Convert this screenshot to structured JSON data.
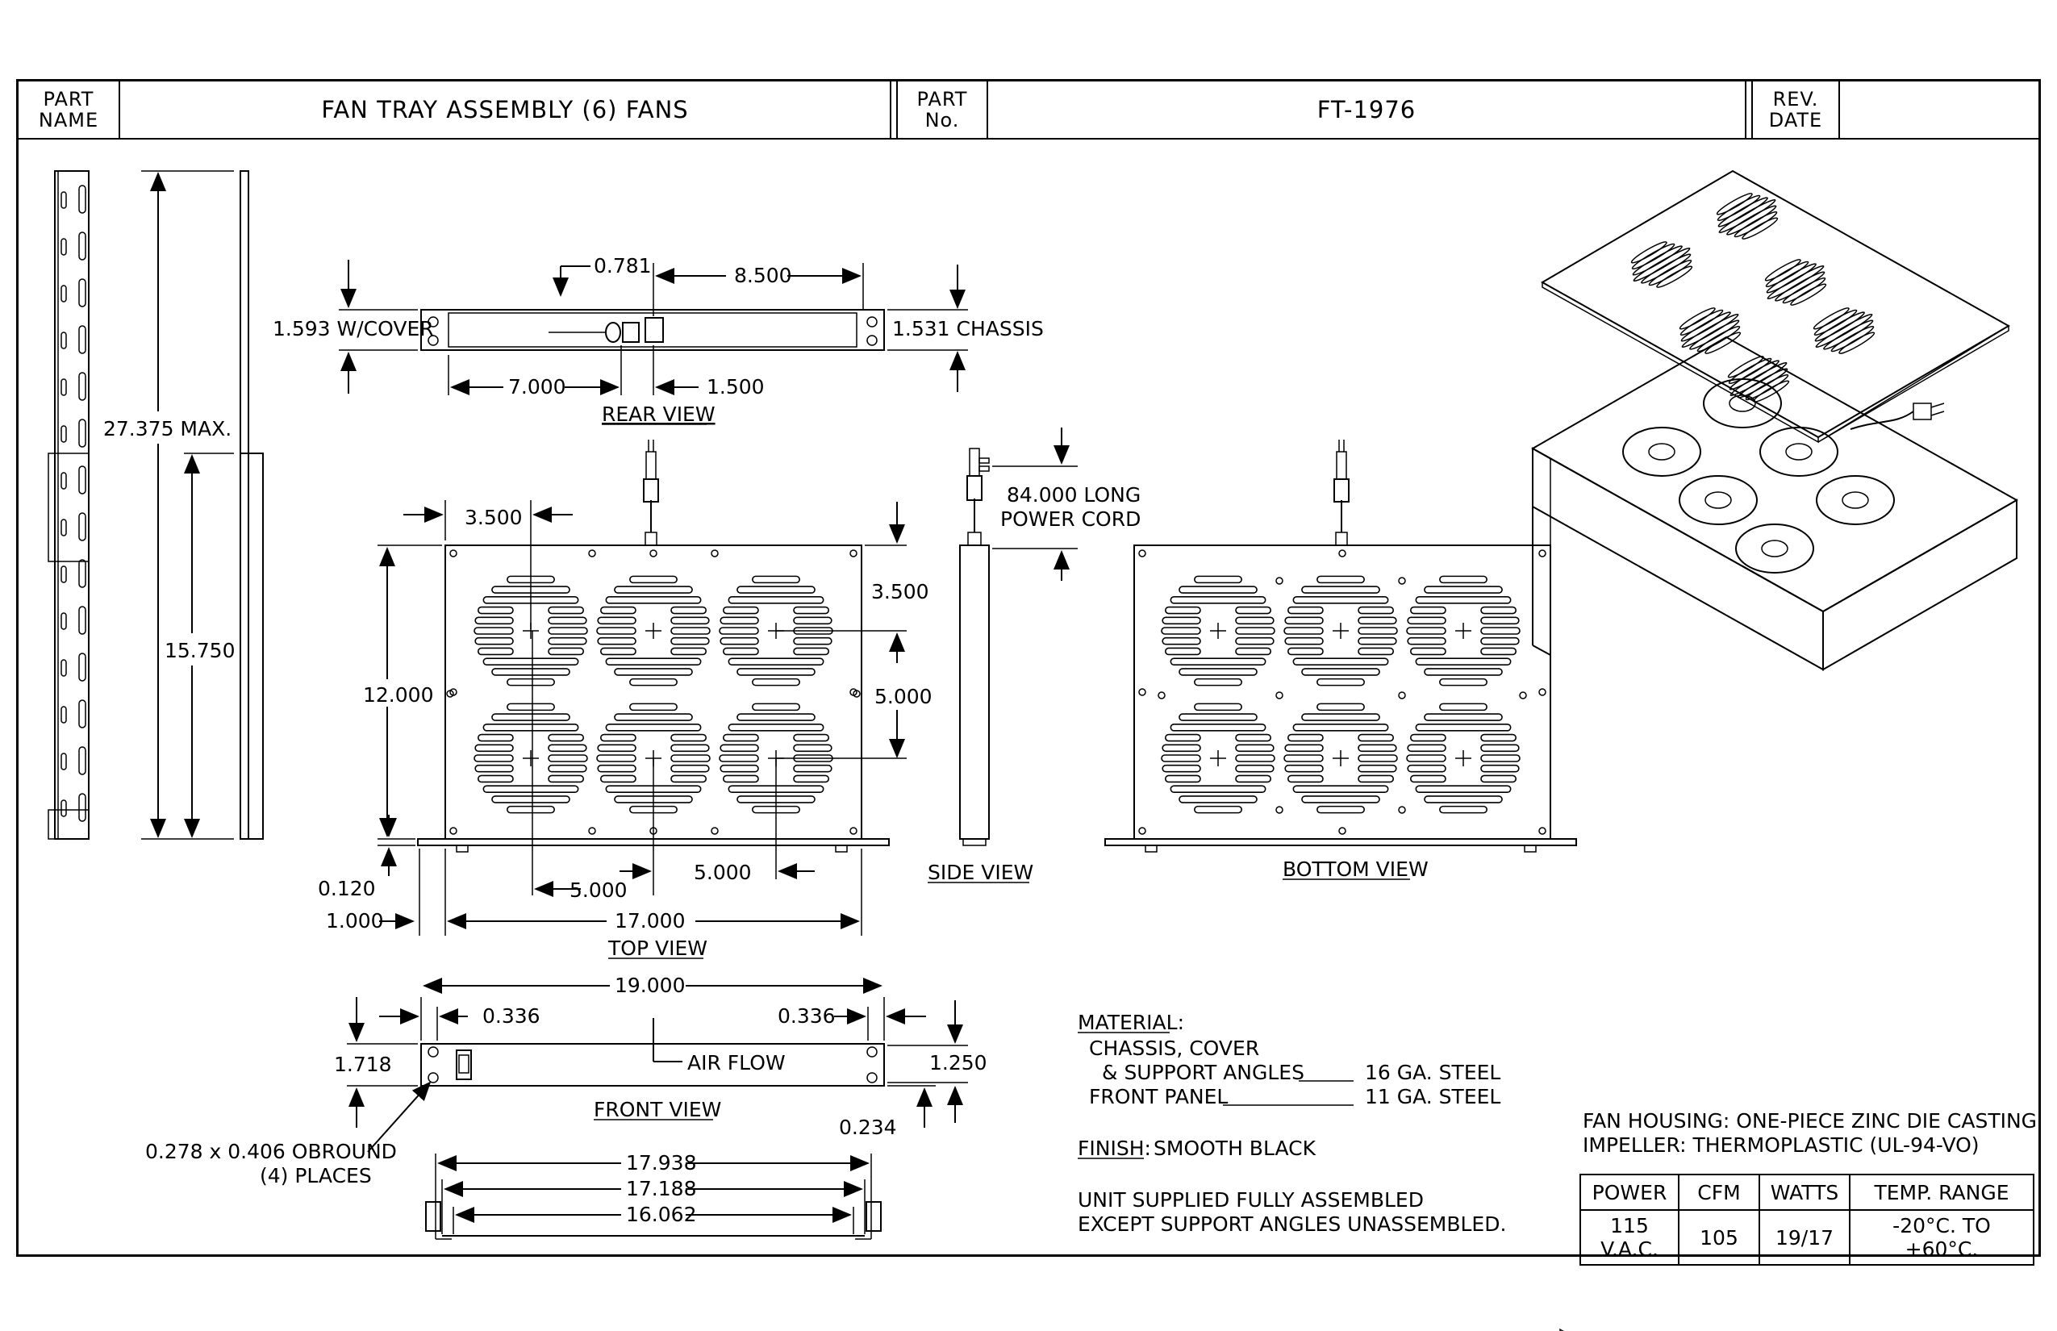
{
  "title_block": {
    "part_name_label": [
      "PART",
      "NAME"
    ],
    "part_name": "FAN TRAY ASSEMBLY  (6) FANS",
    "part_no_label": [
      "PART",
      "No."
    ],
    "part_no": "FT-1976",
    "rev_label": [
      "REV.",
      "DATE"
    ],
    "rev_value": ""
  },
  "views": {
    "rear": "REAR VIEW",
    "top": "TOP VIEW",
    "side": "SIDE VIEW",
    "bottom": "BOTTOM VIEW",
    "front": "FRONT VIEW"
  },
  "dimensions": {
    "d_27375": "27.375 MAX.",
    "d_15750": "15.750",
    "d_0781": "0.781",
    "d_8500": "8.500",
    "d_1593": "1.593 W/COVER",
    "d_1531": "1.531 CHASSIS",
    "d_7000": "7.000",
    "d_1500": "1.500",
    "d_3500a": "3.500",
    "d_3500b": "3.500",
    "d_12000": "12.000",
    "d_5000v": "5.000",
    "d_5000a": "5.000",
    "d_5000b": "5.000",
    "d_0120": "0.120",
    "d_1000": "1.000",
    "d_17000": "17.000",
    "d_84000": "84.000 LONG",
    "d_powercord": "POWER CORD",
    "d_19000": "19.000",
    "d_0336a": "0.336",
    "d_0336b": "0.336",
    "d_1718": "1.718",
    "d_1250": "1.250",
    "d_airflow": "AIR FLOW",
    "d_0234": "0.234",
    "d_obround": "0.278 x 0.406 OBROUND",
    "d_places": "(4) PLACES",
    "d_17938": "17.938",
    "d_17188": "17.188",
    "d_16062": "16.062"
  },
  "notes": {
    "material_title": "MATERIAL:",
    "chassis_cover": "CHASSIS, COVER",
    "support_angles": "& SUPPORT ANGLES",
    "support_angles_spec": "16 GA. STEEL",
    "front_panel": "FRONT PANEL",
    "front_panel_spec": "11 GA. STEEL",
    "finish_title": "FINISH:",
    "finish_value": "SMOOTH BLACK",
    "supplied1": "UNIT SUPPLIED FULLY ASSEMBLED",
    "supplied2": "EXCEPT SUPPORT ANGLES UNASSEMBLED.",
    "fan_housing": "FAN HOUSING: ONE-PIECE ZINC DIE CASTING",
    "impeller": "IMPELLER: THERMOPLASTIC (UL-94-VO)"
  },
  "spec_table": {
    "headers": [
      "POWER",
      "CFM",
      "WATTS",
      "TEMP. RANGE"
    ],
    "row": [
      "115 V.A.C.",
      "105",
      "19/17",
      "-20°C. TO +60°C."
    ]
  }
}
